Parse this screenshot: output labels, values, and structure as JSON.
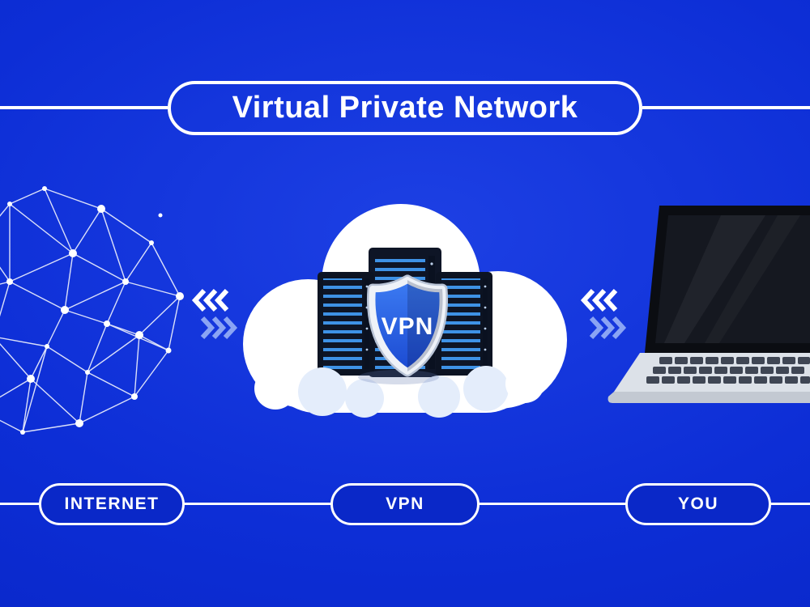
{
  "title": "Virtual Private Network",
  "sections": {
    "internet": {
      "label": "INTERNET"
    },
    "vpn": {
      "label": "VPN"
    },
    "you": {
      "label": "YOU"
    }
  },
  "shield": {
    "label": "VPN"
  },
  "icons": {
    "left_graphic": "internet-mesh-icon",
    "center_graphic": "vpn-cloud-servers-icon",
    "center_badge": "vpn-shield-icon",
    "right_graphic": "laptop-icon",
    "arrows": "triple-chevron-icons"
  },
  "colors": {
    "bg_center": "#1d40e4",
    "bg_edge": "#0722c0",
    "line_white": "#ffffff",
    "pill_fill": "#0a28c8",
    "chevron_light": "#8aa4f4",
    "shield_blue_top": "#3c7bf2",
    "shield_blue_bottom": "#1b4ad2",
    "server_dark": "#0e1526",
    "server_stripe": "#3e92e6",
    "cloud_white": "#ffffff",
    "cloud_puff": "#e4edfb",
    "laptop_deck": "#dce1e8",
    "laptop_screen": "#151820"
  }
}
